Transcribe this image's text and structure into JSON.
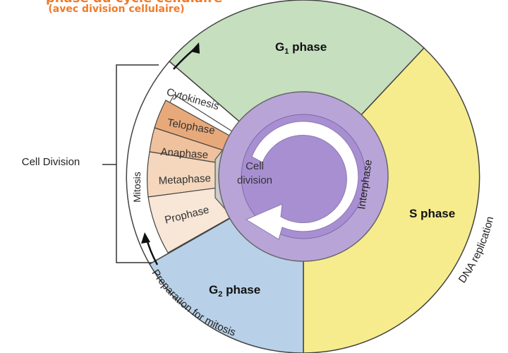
{
  "header": {
    "title_fragment": "phase du cycle cellulaire",
    "subtitle": "(avec division cellulaire)"
  },
  "diagram": {
    "g1": {
      "letter": "G",
      "sub": "1",
      "rest": " phase"
    },
    "s": "S phase",
    "g2": {
      "letter": "G",
      "sub": "2",
      "rest": " phase"
    },
    "center_lines": [
      "Cell",
      "division"
    ],
    "interphase": "Interphase",
    "mitosis": "Mitosis",
    "cytokinesis": "Cytokinesis",
    "mitotic_phases": [
      "Telophase",
      "Anaphase",
      "Metaphase",
      "Prophase"
    ],
    "dna_replication": "DNA replication",
    "preparation": "Preparation for mitosis",
    "bracket_label": "Cell Division"
  },
  "colors": {
    "g1": "#c5dfbf",
    "s": "#f6ec8e",
    "g2": "#b8d1e8",
    "interphase_ring": "#b9a4d8",
    "interphase_core": "#a88fd2",
    "cell_division": "#cdcdcd",
    "telophase": "#e8a97a",
    "anaphase": "#efc19c",
    "metaphase": "#f4d7bd",
    "prophase": "#f8e6d6",
    "title": "#f07a2a"
  }
}
